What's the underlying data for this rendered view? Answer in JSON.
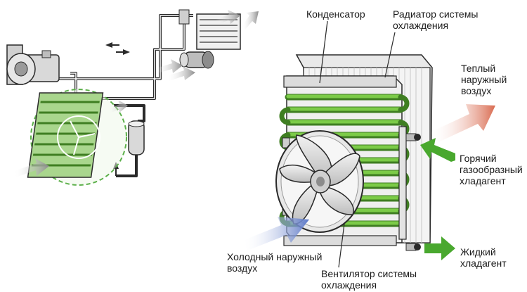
{
  "labels": {
    "condenser": "Конденсатор",
    "radiator": [
      "Радиатор системы",
      "охлаждения"
    ],
    "warm_air": [
      "Теплый",
      "наружный",
      "воздух"
    ],
    "hot_refrigerant": [
      "Горячий",
      "газообразный",
      "хладагент"
    ],
    "liquid_refrigerant": [
      "Жидкий",
      "хладагент"
    ],
    "cold_air": [
      "Холодный наружный",
      "воздух"
    ],
    "fan": [
      "Вентилятор системы",
      "охлаждения"
    ]
  },
  "colors": {
    "coil_green": "#6fbf3a",
    "coil_dark": "#3f7e22",
    "arrow_green": "#49a82e",
    "cold_air": "#5b78c8",
    "warm_air": "#d96a4f",
    "inflow_grey": "#9a9a9a",
    "metal": "#d6d6d6",
    "outline": "#2a2a2a"
  },
  "icons": [
    "compressor-icon",
    "condenser-icon",
    "fan-icon",
    "receiver-dryer-icon",
    "evaporator-icon",
    "blower-icon"
  ]
}
